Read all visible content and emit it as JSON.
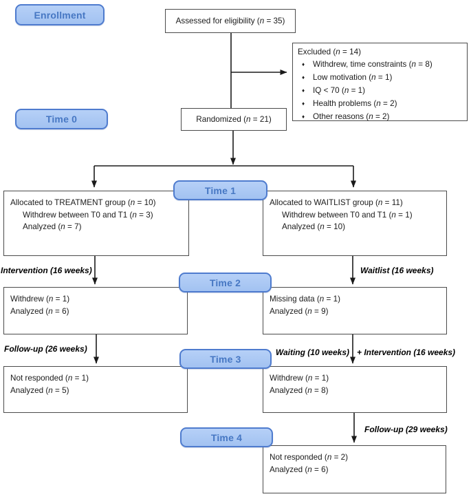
{
  "diagram_type": "participant-flow-consort",
  "colors": {
    "badge_fill_top": "#b6d0f7",
    "badge_fill_bottom": "#a2c2f1",
    "badge_border": "#4e7bce",
    "badge_text": "#4677c3",
    "box_border": "#4a4a4a",
    "connector": "#1a1a1a"
  },
  "badges": {
    "enrollment": "Enrollment",
    "time0": "Time 0",
    "time1": "Time 1",
    "time2": "Time 2",
    "time3": "Time 3",
    "time4": "Time 4"
  },
  "boxes": {
    "assessed": {
      "text": "Assessed for eligibility (n = 35)"
    },
    "excluded": {
      "title": "Excluded (n = 14)",
      "bullet_glyph": "♦",
      "bullets": [
        "Withdrew, time constraints (n = 8)",
        "Low motivation (n = 1)",
        "IQ < 70 (n = 1)",
        "Health problems (n = 2)",
        "Other reasons (n = 2)"
      ]
    },
    "randomized": {
      "text": "Randomized (n = 21)"
    },
    "treatment_t1": {
      "lines": [
        "Allocated to TREATMENT group (n = 10)",
        "Withdrew between T0 and T1 (n = 3)",
        "Analyzed (n = 7)"
      ]
    },
    "waitlist_t1": {
      "lines": [
        "Allocated to WAITLIST group (n = 11)",
        "Withdrew between T0 and T1 (n = 1)",
        "Analyzed (n = 10)"
      ]
    },
    "treatment_t2": {
      "lines": [
        "Withdrew (n = 1)",
        "Analyzed (n = 6)"
      ]
    },
    "waitlist_t2": {
      "lines": [
        "Missing data (n = 1)",
        "Analyzed (n = 9)"
      ]
    },
    "treatment_t3": {
      "lines": [
        "Not responded (n = 1)",
        "Analyzed (n = 5)"
      ]
    },
    "waitlist_t3": {
      "lines": [
        "Withdrew (n = 1)",
        "Analyzed (n = 8)"
      ]
    },
    "waitlist_t4": {
      "lines": [
        "Not responded (n = 2)",
        "Analyzed (n = 6)"
      ]
    }
  },
  "edge_labels": {
    "intervention_16": "Intervention (16 weeks)",
    "waitlist_16": "Waitlist (16 weeks)",
    "followup_26": "Follow-up (26 weeks)",
    "waiting_10": "Waiting (10 weeks)",
    "plus_intervention_16": "+ Intervention (16 weeks)",
    "followup_29": "Follow-up (29 weeks)"
  }
}
